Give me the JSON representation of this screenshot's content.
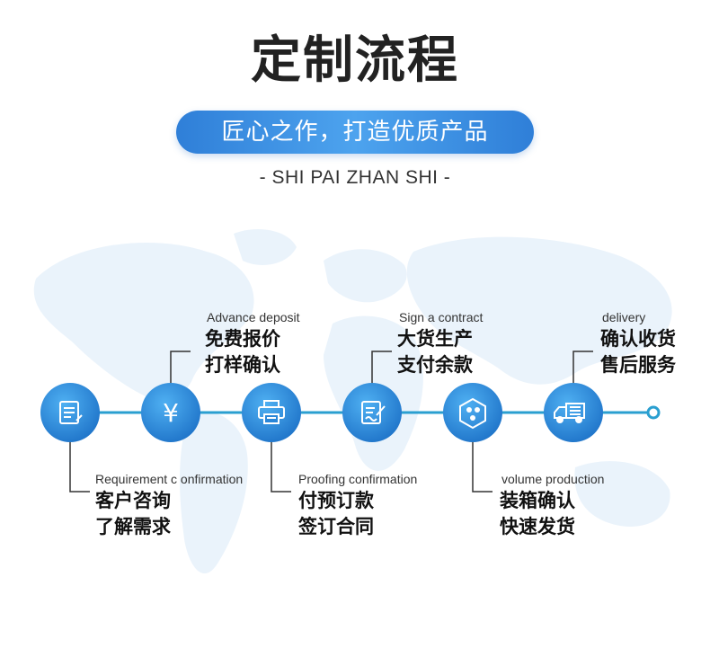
{
  "header": {
    "title": "定制流程",
    "subtitle": "匠心之作，打造优质产品",
    "tagline": "- SHI PAI ZHAN SHI -"
  },
  "colors": {
    "accent": "#2a86d8",
    "line": "#2a9fd0",
    "map": "#eaf3fb"
  },
  "steps": [
    {
      "icon": "document-icon",
      "en": "Requirement  c onfirmation",
      "cn1": "客户咨询",
      "cn2": "了解需求",
      "position": "below"
    },
    {
      "icon": "yen-icon",
      "en": "Advance deposit",
      "cn1": "免费报价",
      "cn2": "打样确认",
      "position": "above"
    },
    {
      "icon": "printer-icon",
      "en": "Proofing confirmation",
      "cn1": "付预订款",
      "cn2": "签订合同",
      "position": "below"
    },
    {
      "icon": "sign-document-icon",
      "en": "Sign a contract",
      "cn1": "大货生产",
      "cn2": "支付余款",
      "position": "above"
    },
    {
      "icon": "production-icon",
      "en": "volume production",
      "cn1": "装箱确认",
      "cn2": "快速发货",
      "position": "below"
    },
    {
      "icon": "truck-icon",
      "en": "delivery",
      "cn1": "确认收货",
      "cn2": "售后服务",
      "position": "above"
    }
  ]
}
